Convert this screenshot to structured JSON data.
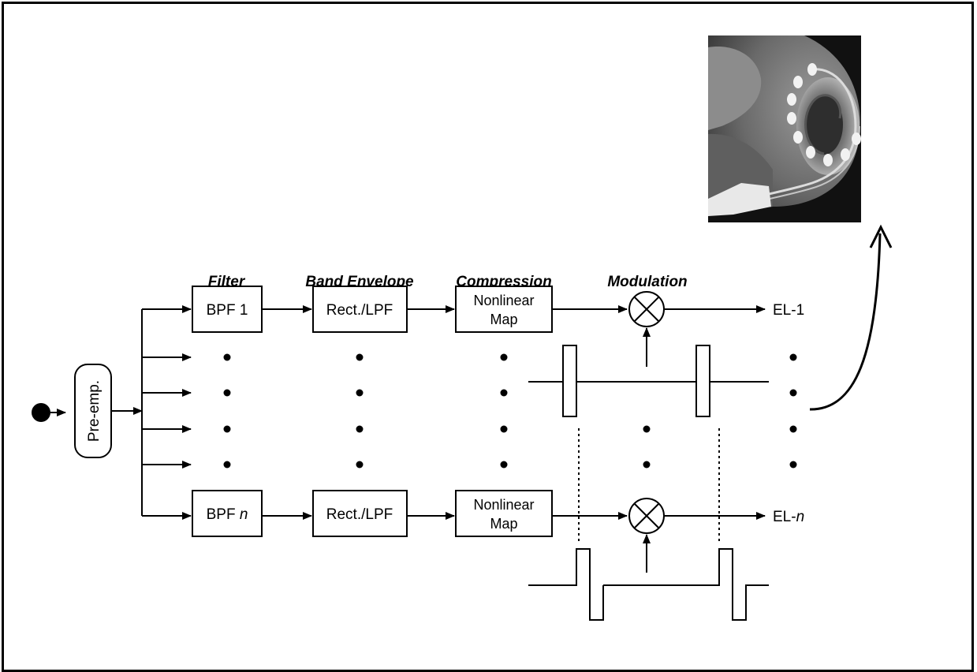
{
  "diagram": {
    "stage_headers": {
      "filter": "Filter",
      "band_envelope": "Band Envelope",
      "compression": "Compression",
      "modulation": "Modulation"
    },
    "input_block": "Pre-emp.",
    "channel_first": {
      "filter": "BPF 1",
      "envelope": "Rect./LPF",
      "compression_line1": "Nonlinear",
      "compression_line2": "Map",
      "output_prefix": "EL-",
      "output_index": "1"
    },
    "channel_last": {
      "filter_prefix": "BPF ",
      "filter_index": "n",
      "envelope": "Rect./LPF",
      "compression_line1": "Nonlinear",
      "compression_line2": "Map",
      "output_prefix": "EL-",
      "output_index": "n"
    },
    "image_caption": ""
  }
}
